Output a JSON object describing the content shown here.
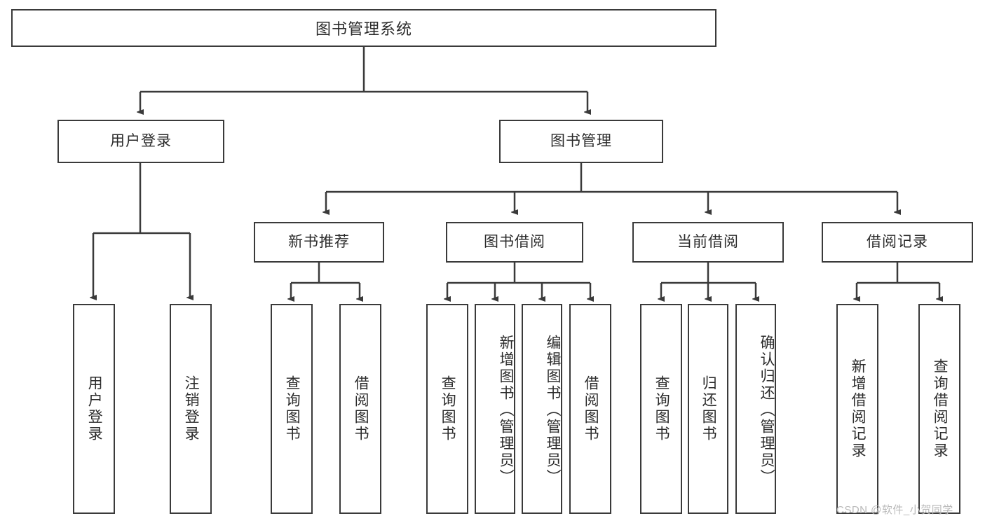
{
  "diagram": {
    "type": "hierarchy-tree",
    "title": "图书管理系统",
    "root": {
      "label": "图书管理系统"
    },
    "level2": [
      {
        "label": "用户登录"
      },
      {
        "label": "图书管理"
      }
    ],
    "level3": [
      {
        "label": "新书推荐"
      },
      {
        "label": "图书借阅"
      },
      {
        "label": "当前借阅"
      },
      {
        "label": "借阅记录"
      }
    ],
    "leaves": {
      "user_login": [
        {
          "label": "用户登录"
        },
        {
          "label": "注销登录"
        }
      ],
      "new_book_recommend": [
        {
          "label": "查询图书"
        },
        {
          "label": "借阅图书"
        }
      ],
      "book_borrow": [
        {
          "label": "查询图书"
        },
        {
          "label": "新增图书（管理员）"
        },
        {
          "label": "编辑图书（管理员）"
        },
        {
          "label": "借阅图书"
        }
      ],
      "current_borrow": [
        {
          "label": "查询图书"
        },
        {
          "label": "归还图书"
        },
        {
          "label": "确认归还（管理员）"
        }
      ],
      "borrow_record": [
        {
          "label": "新增借阅记录"
        },
        {
          "label": "查询借阅记录"
        }
      ]
    }
  },
  "watermark": {
    "text": "CSDN @软件_小贺同学"
  },
  "colors": {
    "border": "#3a3a3a",
    "text": "#2b2b2b",
    "background": "#ffffff",
    "watermark": "#b9b9b9"
  }
}
